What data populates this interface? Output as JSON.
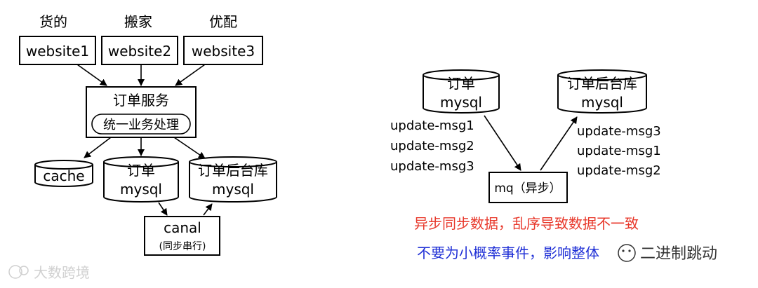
{
  "left_diagram": {
    "website_labels": [
      "货的",
      "搬家",
      "优配"
    ],
    "websites": [
      "website1",
      "website2",
      "website3"
    ],
    "order_service": {
      "title": "订单服务",
      "subtitle": "统一业务处理"
    },
    "cache": "cache",
    "order_db": {
      "line1": "订单",
      "line2": "mysql"
    },
    "order_backend_db": {
      "line1": "订单后台库",
      "line2": "mysql"
    },
    "canal": {
      "title": "canal",
      "subtitle": "(同步串行)"
    }
  },
  "right_diagram": {
    "order_db": {
      "line1": "订单",
      "line2": "mysql"
    },
    "order_backend_db": {
      "line1": "订单后台库",
      "line2": "mysql"
    },
    "incoming_msgs": [
      "update-msg1",
      "update-msg2",
      "update-msg3"
    ],
    "outgoing_msgs": [
      "update-msg3",
      "update-msg1",
      "update-msg2"
    ],
    "mq": "mq（异步）",
    "warning_text": "异步同步数据，乱序导致数据不一致",
    "note_text": "不要为小概率事件，影响整体",
    "warning_color": "#e8392c",
    "note_color": "#1f2fd6"
  },
  "watermarks": {
    "left": "大数跨境",
    "right": "二进制跳动"
  }
}
